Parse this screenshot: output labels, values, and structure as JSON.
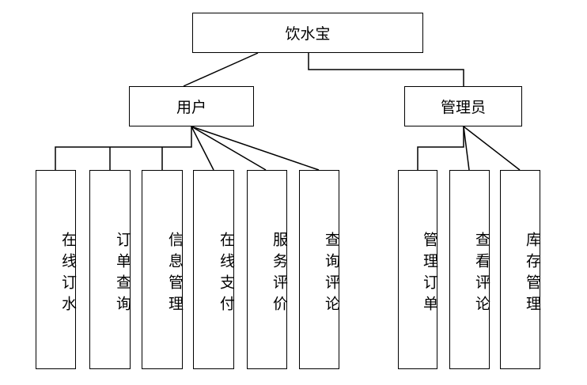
{
  "root": {
    "label": "饮水宝"
  },
  "branches": [
    {
      "key": "user",
      "label": "用户",
      "children": [
        "在线订水",
        "订单查询",
        "信息管理",
        "在线支付",
        "服务评价",
        "查询评论"
      ]
    },
    {
      "key": "admin",
      "label": "管理员",
      "children": [
        "管理订单",
        "查看评论",
        "库存管理"
      ]
    }
  ]
}
